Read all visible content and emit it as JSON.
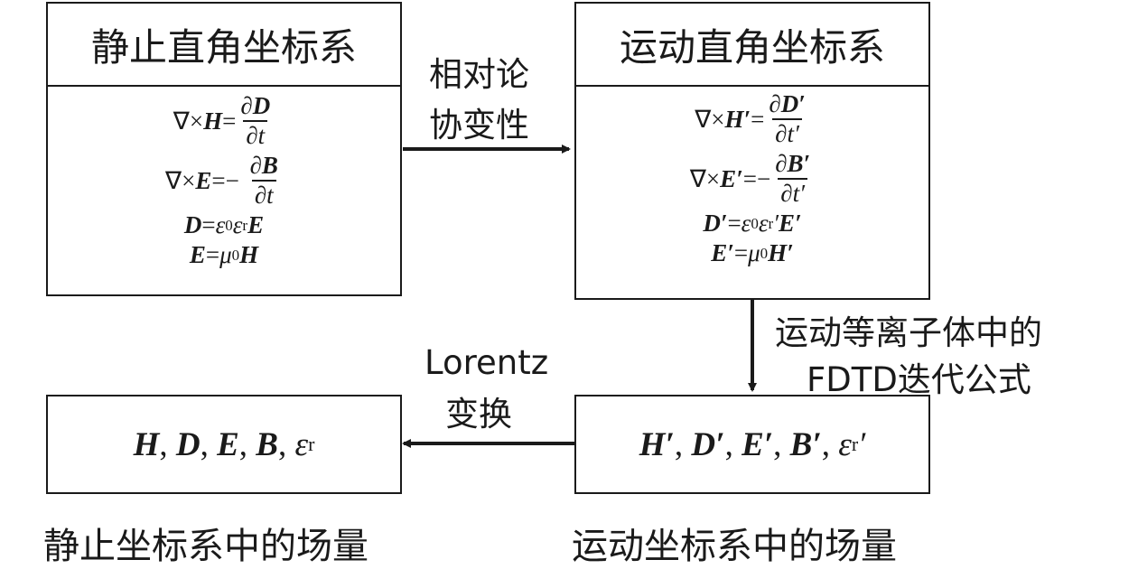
{
  "boxes": {
    "static_frame": {
      "title": "静止直角坐标系"
    },
    "moving_frame": {
      "title": "运动直角坐标系"
    },
    "static_fields": {},
    "moving_fields": {}
  },
  "arrows": {
    "covariance": {
      "line1": "相对论",
      "line2": "协变性"
    },
    "fdtd": {
      "line1": "运动等离子体中的",
      "line2": "FDTD迭代公式"
    },
    "lorentz": {
      "line1": "Lorentz",
      "line2": "变换"
    }
  },
  "captions": {
    "static": "静止坐标系中的场量",
    "moving": "运动坐标系中的场量"
  },
  "colors": {
    "stroke": "#1a1a1a",
    "background": "#ffffff"
  }
}
